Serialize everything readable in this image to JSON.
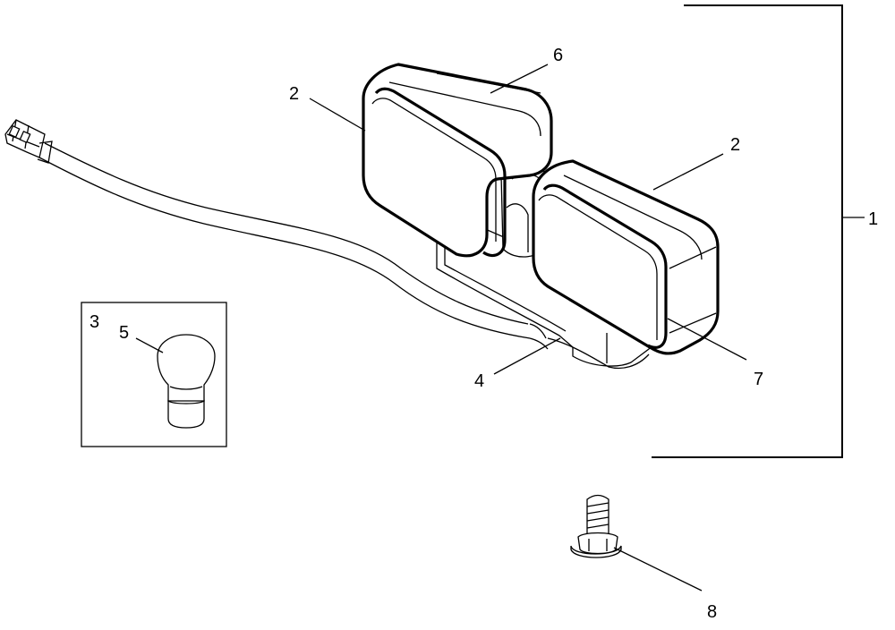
{
  "callouts": {
    "c1": "1",
    "c2a": "2",
    "c2b": "2",
    "c3": "3",
    "c4": "4",
    "c5": "5",
    "c6": "6",
    "c7": "7",
    "c8": "8"
  },
  "colors": {
    "line": "#000000",
    "background": "#ffffff"
  }
}
